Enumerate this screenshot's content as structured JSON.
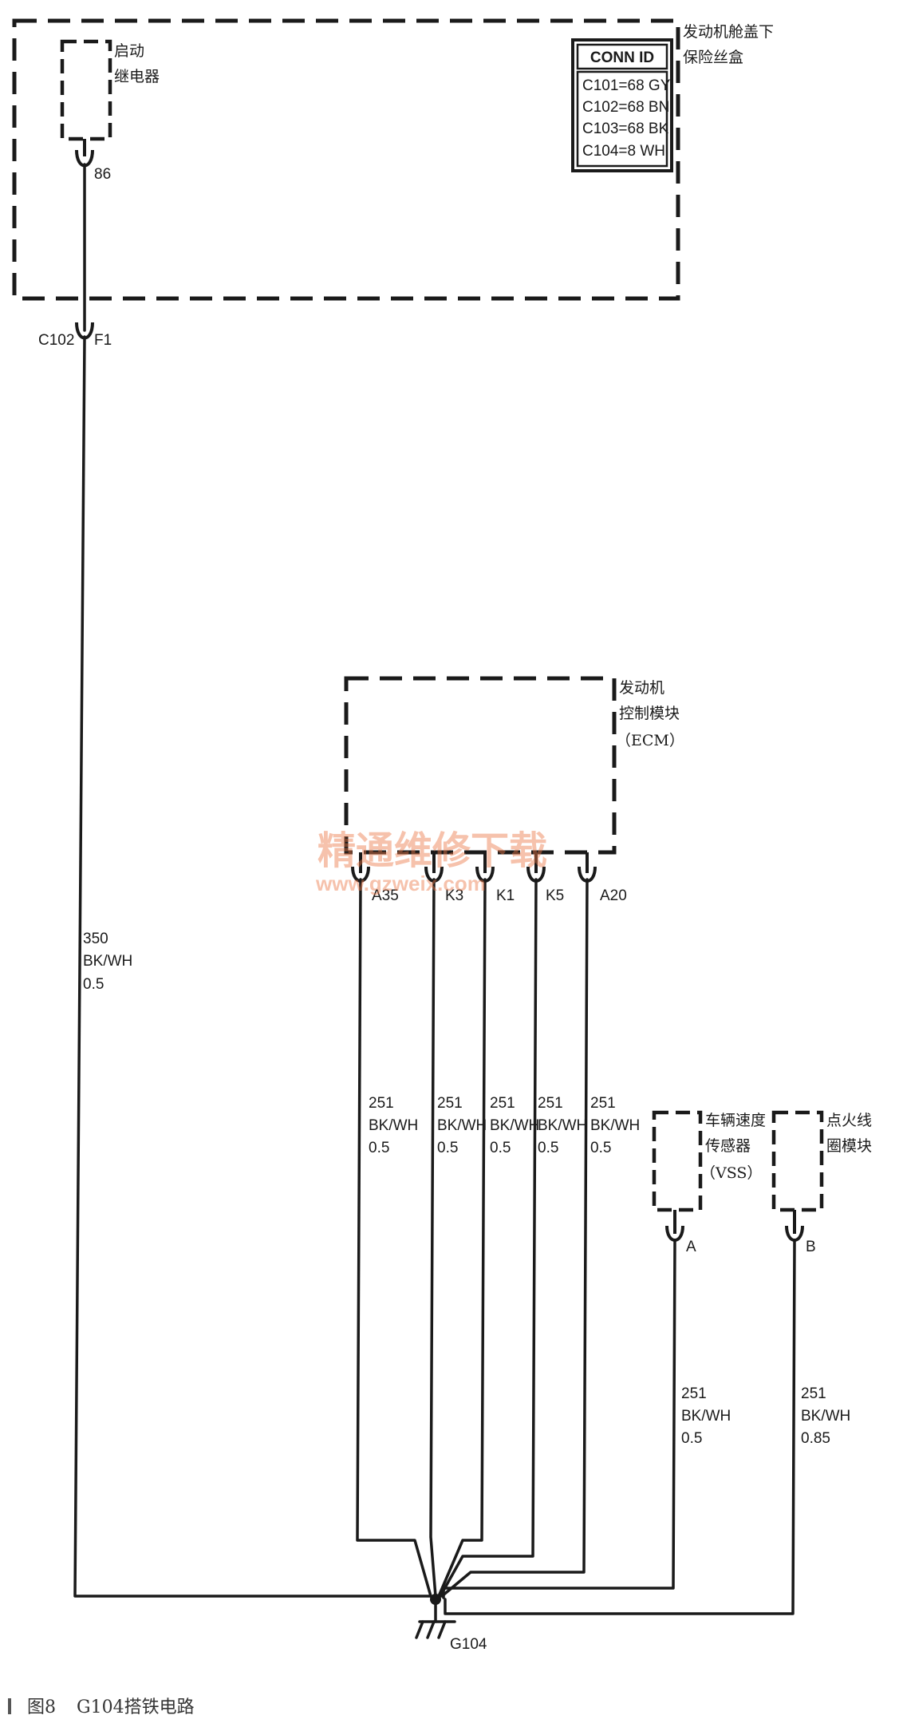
{
  "fuse_box": {
    "title_line1": "发动机舱盖下",
    "title_line2": "保险丝盒",
    "relay_line1": "启动",
    "relay_line2": "继电器",
    "relay_pin": "86",
    "conn_id_title": "CONN ID",
    "conn_ids": [
      "C101=68 GY",
      "C102=68 BN",
      "C103=68 BK",
      "C104=8 WH"
    ]
  },
  "connector_c102": {
    "name": "C102",
    "pin": "F1"
  },
  "wire_350": {
    "circuit": "350",
    "color": "BK/WH",
    "size": "0.5"
  },
  "ecm": {
    "line1": "发动机",
    "line2": "控制模块",
    "line3": "（ECM）",
    "pins": [
      "A35",
      "K3",
      "K1",
      "K5",
      "A20"
    ]
  },
  "ecm_wires": [
    {
      "circuit": "251",
      "color": "BK/WH",
      "size": "0.5"
    },
    {
      "circuit": "251",
      "color": "BK/WH",
      "size": "0.5"
    },
    {
      "circuit": "251",
      "color": "BK/WH",
      "size": "0.5"
    },
    {
      "circuit": "251",
      "color": "BK/WH",
      "size": "0.5"
    },
    {
      "circuit": "251",
      "color": "BK/WH",
      "size": "0.5"
    }
  ],
  "vss": {
    "line1": "车辆速度",
    "line2": "传感器",
    "line3": "（VSS）",
    "pin": "A"
  },
  "vss_wire": {
    "circuit": "251",
    "color": "BK/WH",
    "size": "0.5"
  },
  "ignition": {
    "line1": "点火线",
    "line2": "圈模块",
    "pin": "B"
  },
  "ignition_wire": {
    "circuit": "251",
    "color": "BK/WH",
    "size": "0.85"
  },
  "ground": {
    "name": "G104"
  },
  "watermark": {
    "line1": "精通维修下载",
    "line2": "www.gzweix.com"
  },
  "caption": {
    "figure": "图8",
    "text": "G104搭铁电路"
  }
}
